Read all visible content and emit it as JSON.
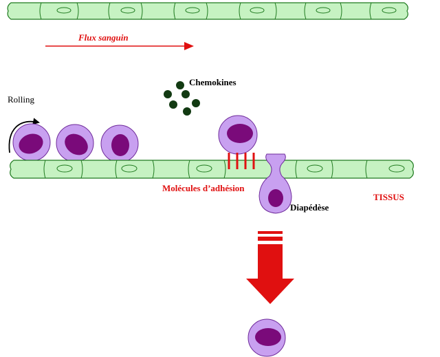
{
  "labels": {
    "flux": "Flux sanguin",
    "chemokines": "Chemokines",
    "rolling": "Rolling",
    "molecules": "Molécules d’adhésion",
    "tissus": "TISSUS",
    "diapedese": "Diapédèse"
  },
  "colors": {
    "vessel_fill": "#c6f2c2",
    "vessel_stroke": "#1f7a1f",
    "cell_outer": "#c8a0f0",
    "cell_nucleus": "#7a0a7a",
    "cell_stroke": "#6e2a9a",
    "chemokine": "#123a12",
    "red": "#e01010",
    "arrow_black": "#000000"
  },
  "icons": {
    "rolling": "curved-arrow-icon",
    "flow": "right-arrow-icon",
    "migration": "down-arrow-icon"
  }
}
